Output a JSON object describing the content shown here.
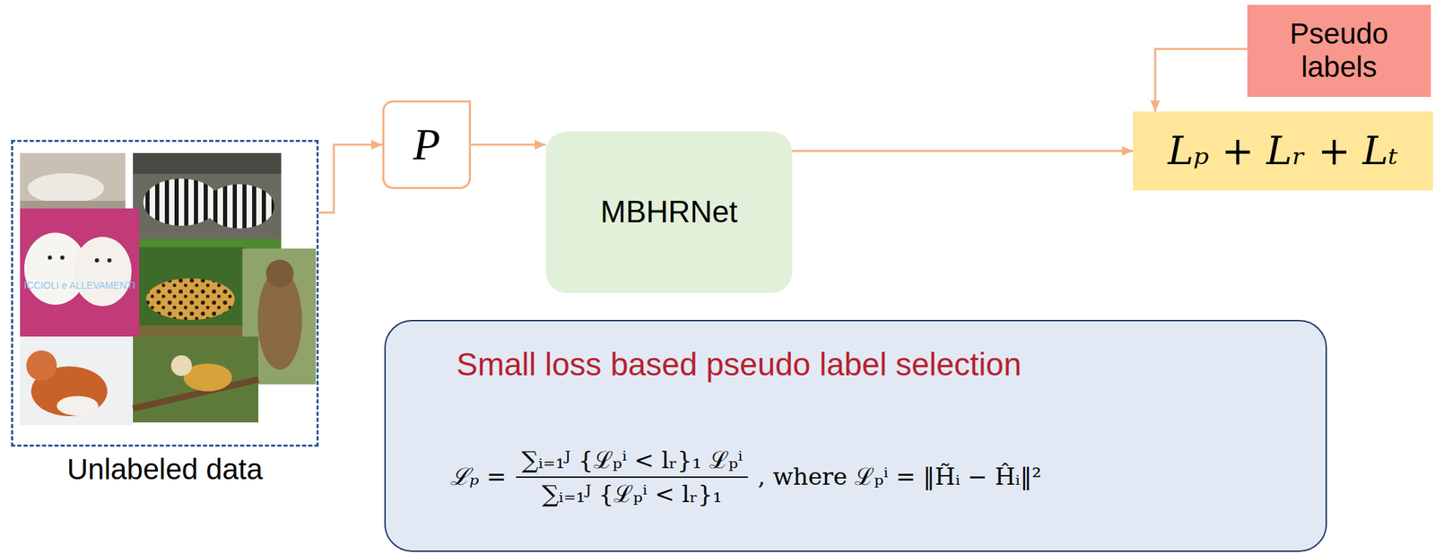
{
  "diagram": {
    "nodes": [
      {
        "text": [
          "Unlabeled data"
        ]
      },
      {
        "text": [
          "P"
        ]
      },
      {
        "text": [
          "MBHRNet"
        ]
      },
      {
        "text": [
          "Lₚ + Lᵣ + Lₜ"
        ]
      },
      {
        "text": [
          "Pseudo labels"
        ]
      },
      {
        "text": [
          "Small loss based pseudo label selection",
          "ℒₚ =",
          "∑ᵢ₌₁ᴶ {ℒₚⁱ < lᵣ}₁ ℒₚⁱ",
          "∑ᵢ₌₁ᴶ {ℒₚⁱ < lᵣ}₁",
          ", where ℒₚⁱ = ‖H̃ᵢ − Ĥᵢ‖²"
        ]
      }
    ],
    "edges": [
      {
        "from": 0,
        "to": 1,
        "arrow": "to"
      },
      {
        "from": 1,
        "to": 2,
        "arrow": "to"
      },
      {
        "from": 2,
        "to": 3,
        "arrow": "to"
      },
      {
        "from": 4,
        "to": 3,
        "arrow": "to"
      }
    ],
    "labels": [
      "ICCIOLI e ALLEVAMENTI"
    ]
  }
}
